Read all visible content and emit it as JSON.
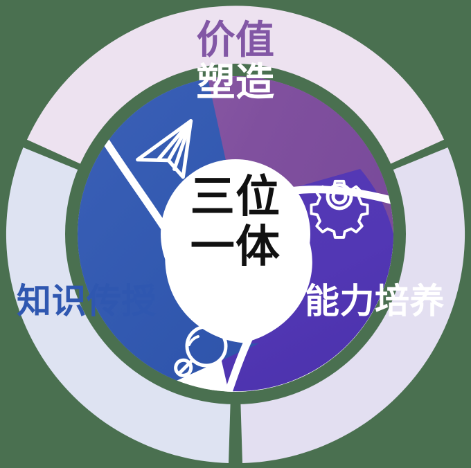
{
  "diagram": {
    "title": "三位一体",
    "center": {
      "line1": "三位",
      "line2": "一体"
    },
    "segments": [
      {
        "id": "value-shaping",
        "label_line1": "价值",
        "label_line2": "塑造",
        "label_full": "价值塑造",
        "icon": "paper-plane-icon",
        "inner_color": "#8257a5",
        "ring_color": "#ede2f0",
        "text_color_line1": "#8257a5",
        "text_color_line2": "#ffffff",
        "position": "top"
      },
      {
        "id": "knowledge-transfer",
        "label_full": "知识传授",
        "icon": "magnifier-icon",
        "inner_color": "#3259b0",
        "ring_color": "#dee3f2",
        "text_color": "#2f57b0",
        "position": "left"
      },
      {
        "id": "ability-cultivation",
        "label_full": "能力培养",
        "icon": "gear-icon",
        "inner_color": "#5237b4",
        "ring_color": "#e3dff1",
        "text_color": "#ffffff",
        "position": "right"
      }
    ],
    "colors": {
      "background": "#4a7050",
      "center_disc": "#ffffff",
      "gap": "#ffffff",
      "purple": "#8257a5",
      "blue": "#3259b0",
      "deep_purple": "#5237b4",
      "ring_purple": "#ede2f0",
      "ring_blue": "#dee3f2",
      "ring_violet": "#e3dff1"
    }
  }
}
